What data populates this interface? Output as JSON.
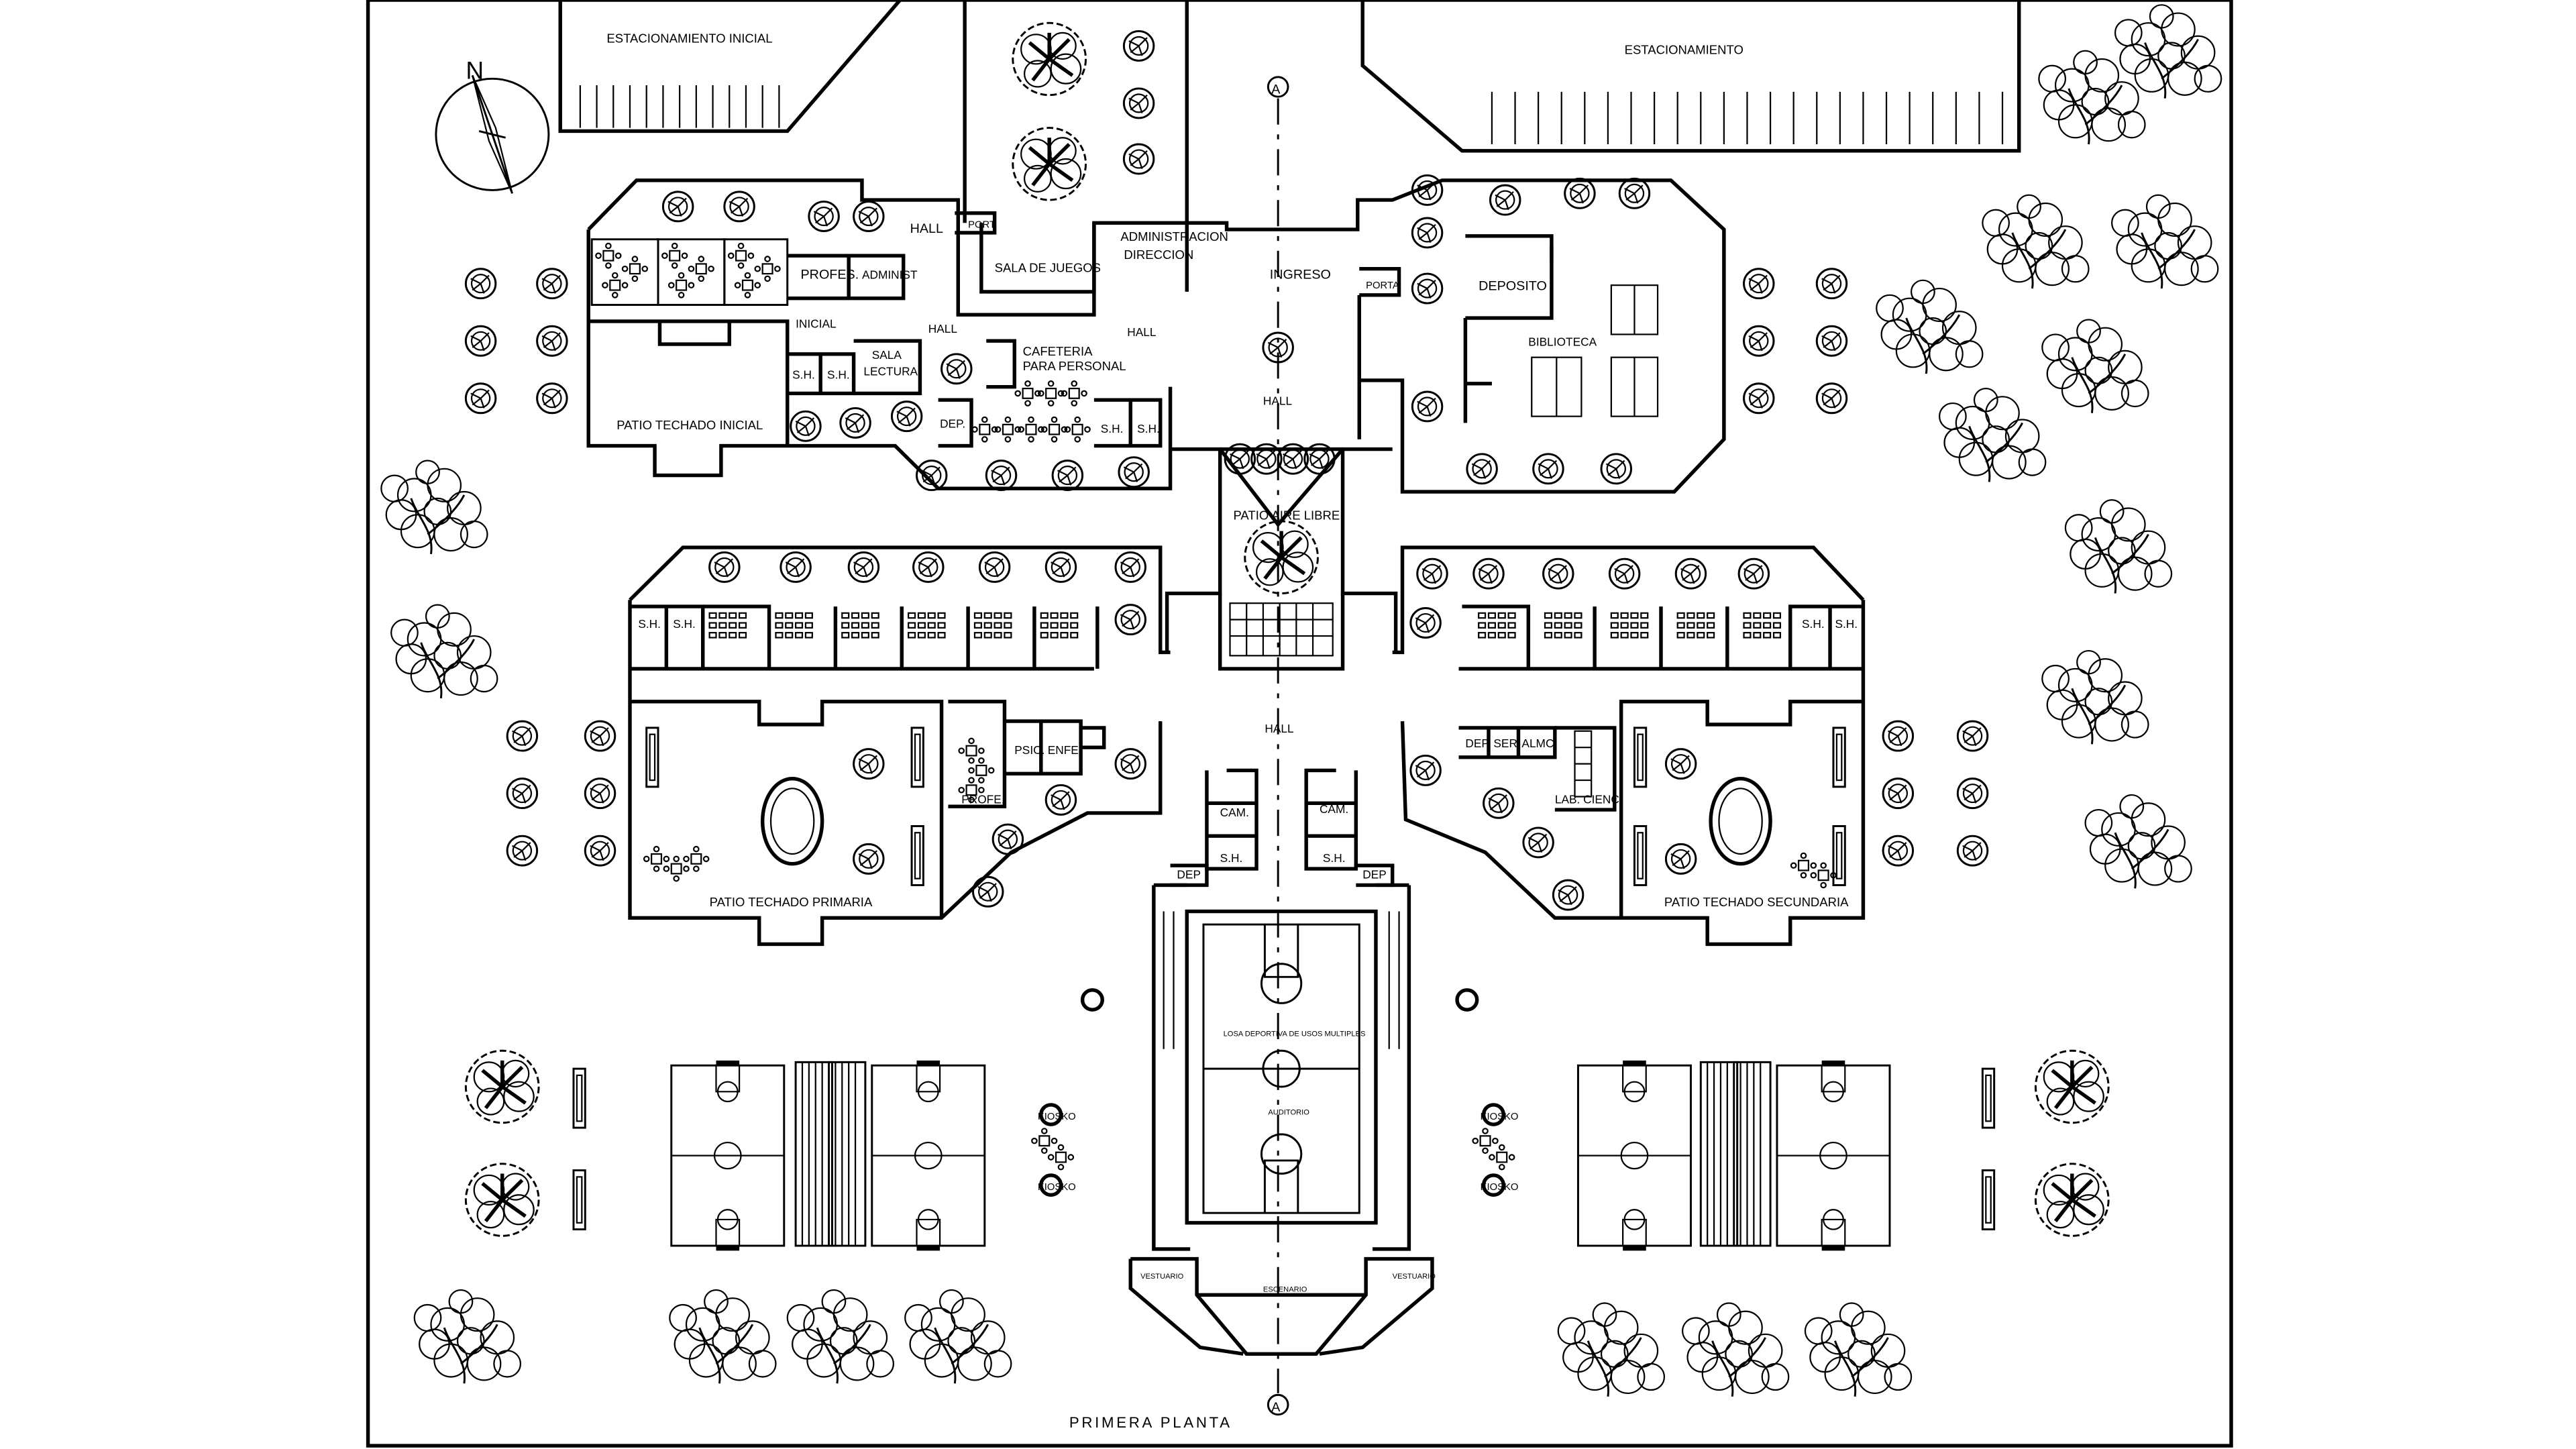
{
  "title": "PRIMERA PLANTA",
  "axis_label": "A",
  "north_label": "N",
  "parking": {
    "left": "ESTACIONAMIENTO INICIAL",
    "right": "ESTACIONAMIENTO"
  },
  "rooms": {
    "administracion": "ADMINISTRACION",
    "direccion": "DIRECCION",
    "sala_juegos": "SALA DE JUEGOS",
    "hall": "HALL",
    "ingreso": "INGRESO",
    "deposito": "DEPOSITO",
    "biblioteca": "BIBLIOTECA",
    "profes": "PROFES.",
    "administ": "ADMINIST",
    "inicial": "INICIAL",
    "sala_lectura_1": "SALA",
    "sala_lectura_2": "LECTURA",
    "cafeteria_1": "CAFETERIA",
    "cafeteria_2": "PARA PERSONAL",
    "sh": "S.H.",
    "dep": "DEP.",
    "dep_short": "DEP",
    "port": "PORT.",
    "porta": "PORTA",
    "patio_inicial": "PATIO TECHADO INICIAL",
    "patio_aire_libre": "PATIO AIRE LIBRE",
    "psic": "PSIC.",
    "enfe": "ENFE.",
    "profe": "PROFE.",
    "ser": "SER.",
    "almc": "ALMC",
    "lab_cienc": "LAB. CIENC.",
    "cam": "CAM.",
    "patio_primaria": "PATIO TECHADO PRIMARIA",
    "patio_secundaria": "PATIO TECHADO SECUNDARIA",
    "losa_deportiva": "LOSA DEPORTIVA DE USOS MULTIPLES",
    "auditorio": "AUDITORIO",
    "vestuario": "VESTUARIO",
    "escenario": "ESCENARIO",
    "kiosko": "KIOSKO"
  },
  "colors": {
    "line": "#000000",
    "background": "#ffffff"
  }
}
